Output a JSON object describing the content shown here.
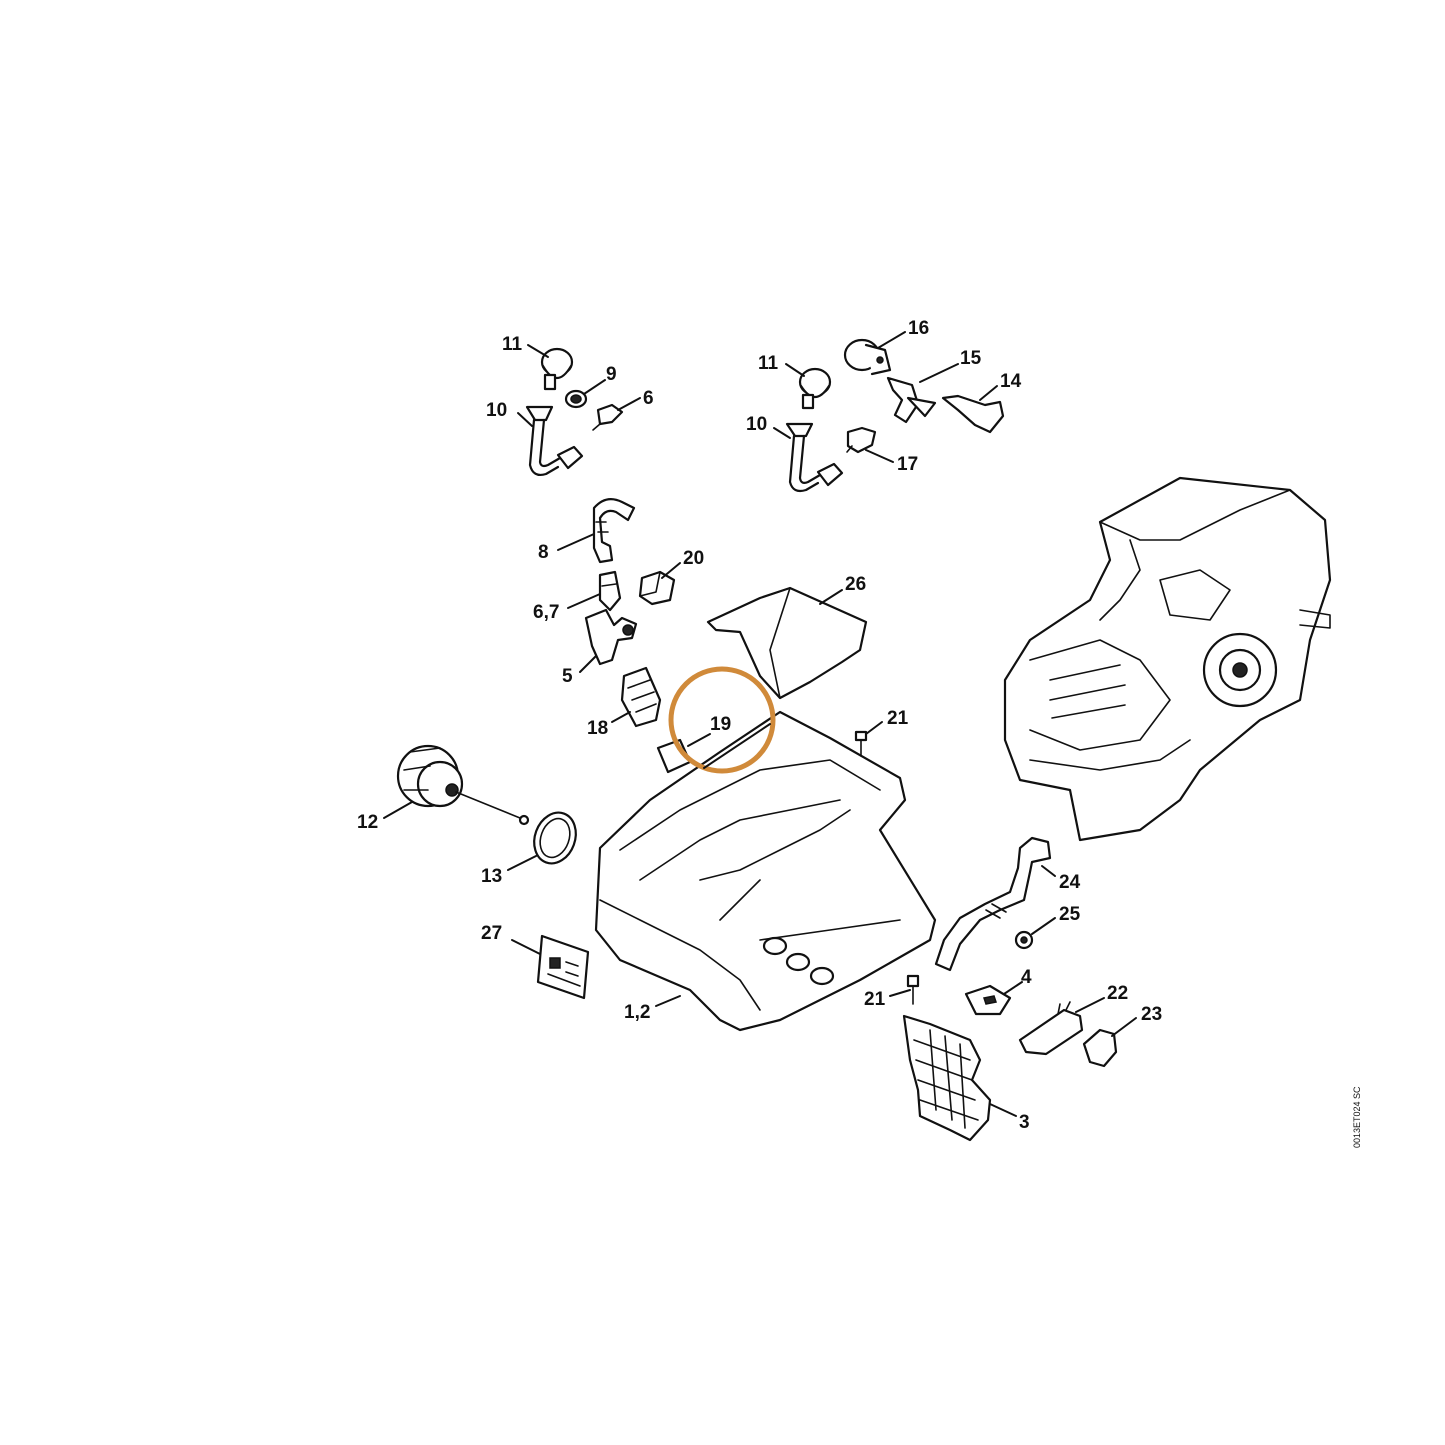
{
  "highlight": {
    "label": "19",
    "color": "#d08a3a"
  },
  "reference_code": "0013ET024 SC",
  "callouts": [
    {
      "id": "c11a",
      "label": "11"
    },
    {
      "id": "c9",
      "label": "9"
    },
    {
      "id": "c6",
      "label": "6"
    },
    {
      "id": "c10a",
      "label": "10"
    },
    {
      "id": "c16",
      "label": "16"
    },
    {
      "id": "c11b",
      "label": "11"
    },
    {
      "id": "c15",
      "label": "15"
    },
    {
      "id": "c14",
      "label": "14"
    },
    {
      "id": "c10b",
      "label": "10"
    },
    {
      "id": "c17",
      "label": "17"
    },
    {
      "id": "c8",
      "label": "8"
    },
    {
      "id": "c20",
      "label": "20"
    },
    {
      "id": "c26",
      "label": "26"
    },
    {
      "id": "c67",
      "label": "6,7"
    },
    {
      "id": "c5",
      "label": "5"
    },
    {
      "id": "c18",
      "label": "18"
    },
    {
      "id": "c21a",
      "label": "21"
    },
    {
      "id": "c12",
      "label": "12"
    },
    {
      "id": "c13",
      "label": "13"
    },
    {
      "id": "c24",
      "label": "24"
    },
    {
      "id": "c25",
      "label": "25"
    },
    {
      "id": "c27",
      "label": "27"
    },
    {
      "id": "c4",
      "label": "4"
    },
    {
      "id": "c22",
      "label": "22"
    },
    {
      "id": "c21b",
      "label": "21"
    },
    {
      "id": "c23",
      "label": "23"
    },
    {
      "id": "c12b",
      "label": "1,2"
    },
    {
      "id": "c3",
      "label": "3"
    }
  ]
}
